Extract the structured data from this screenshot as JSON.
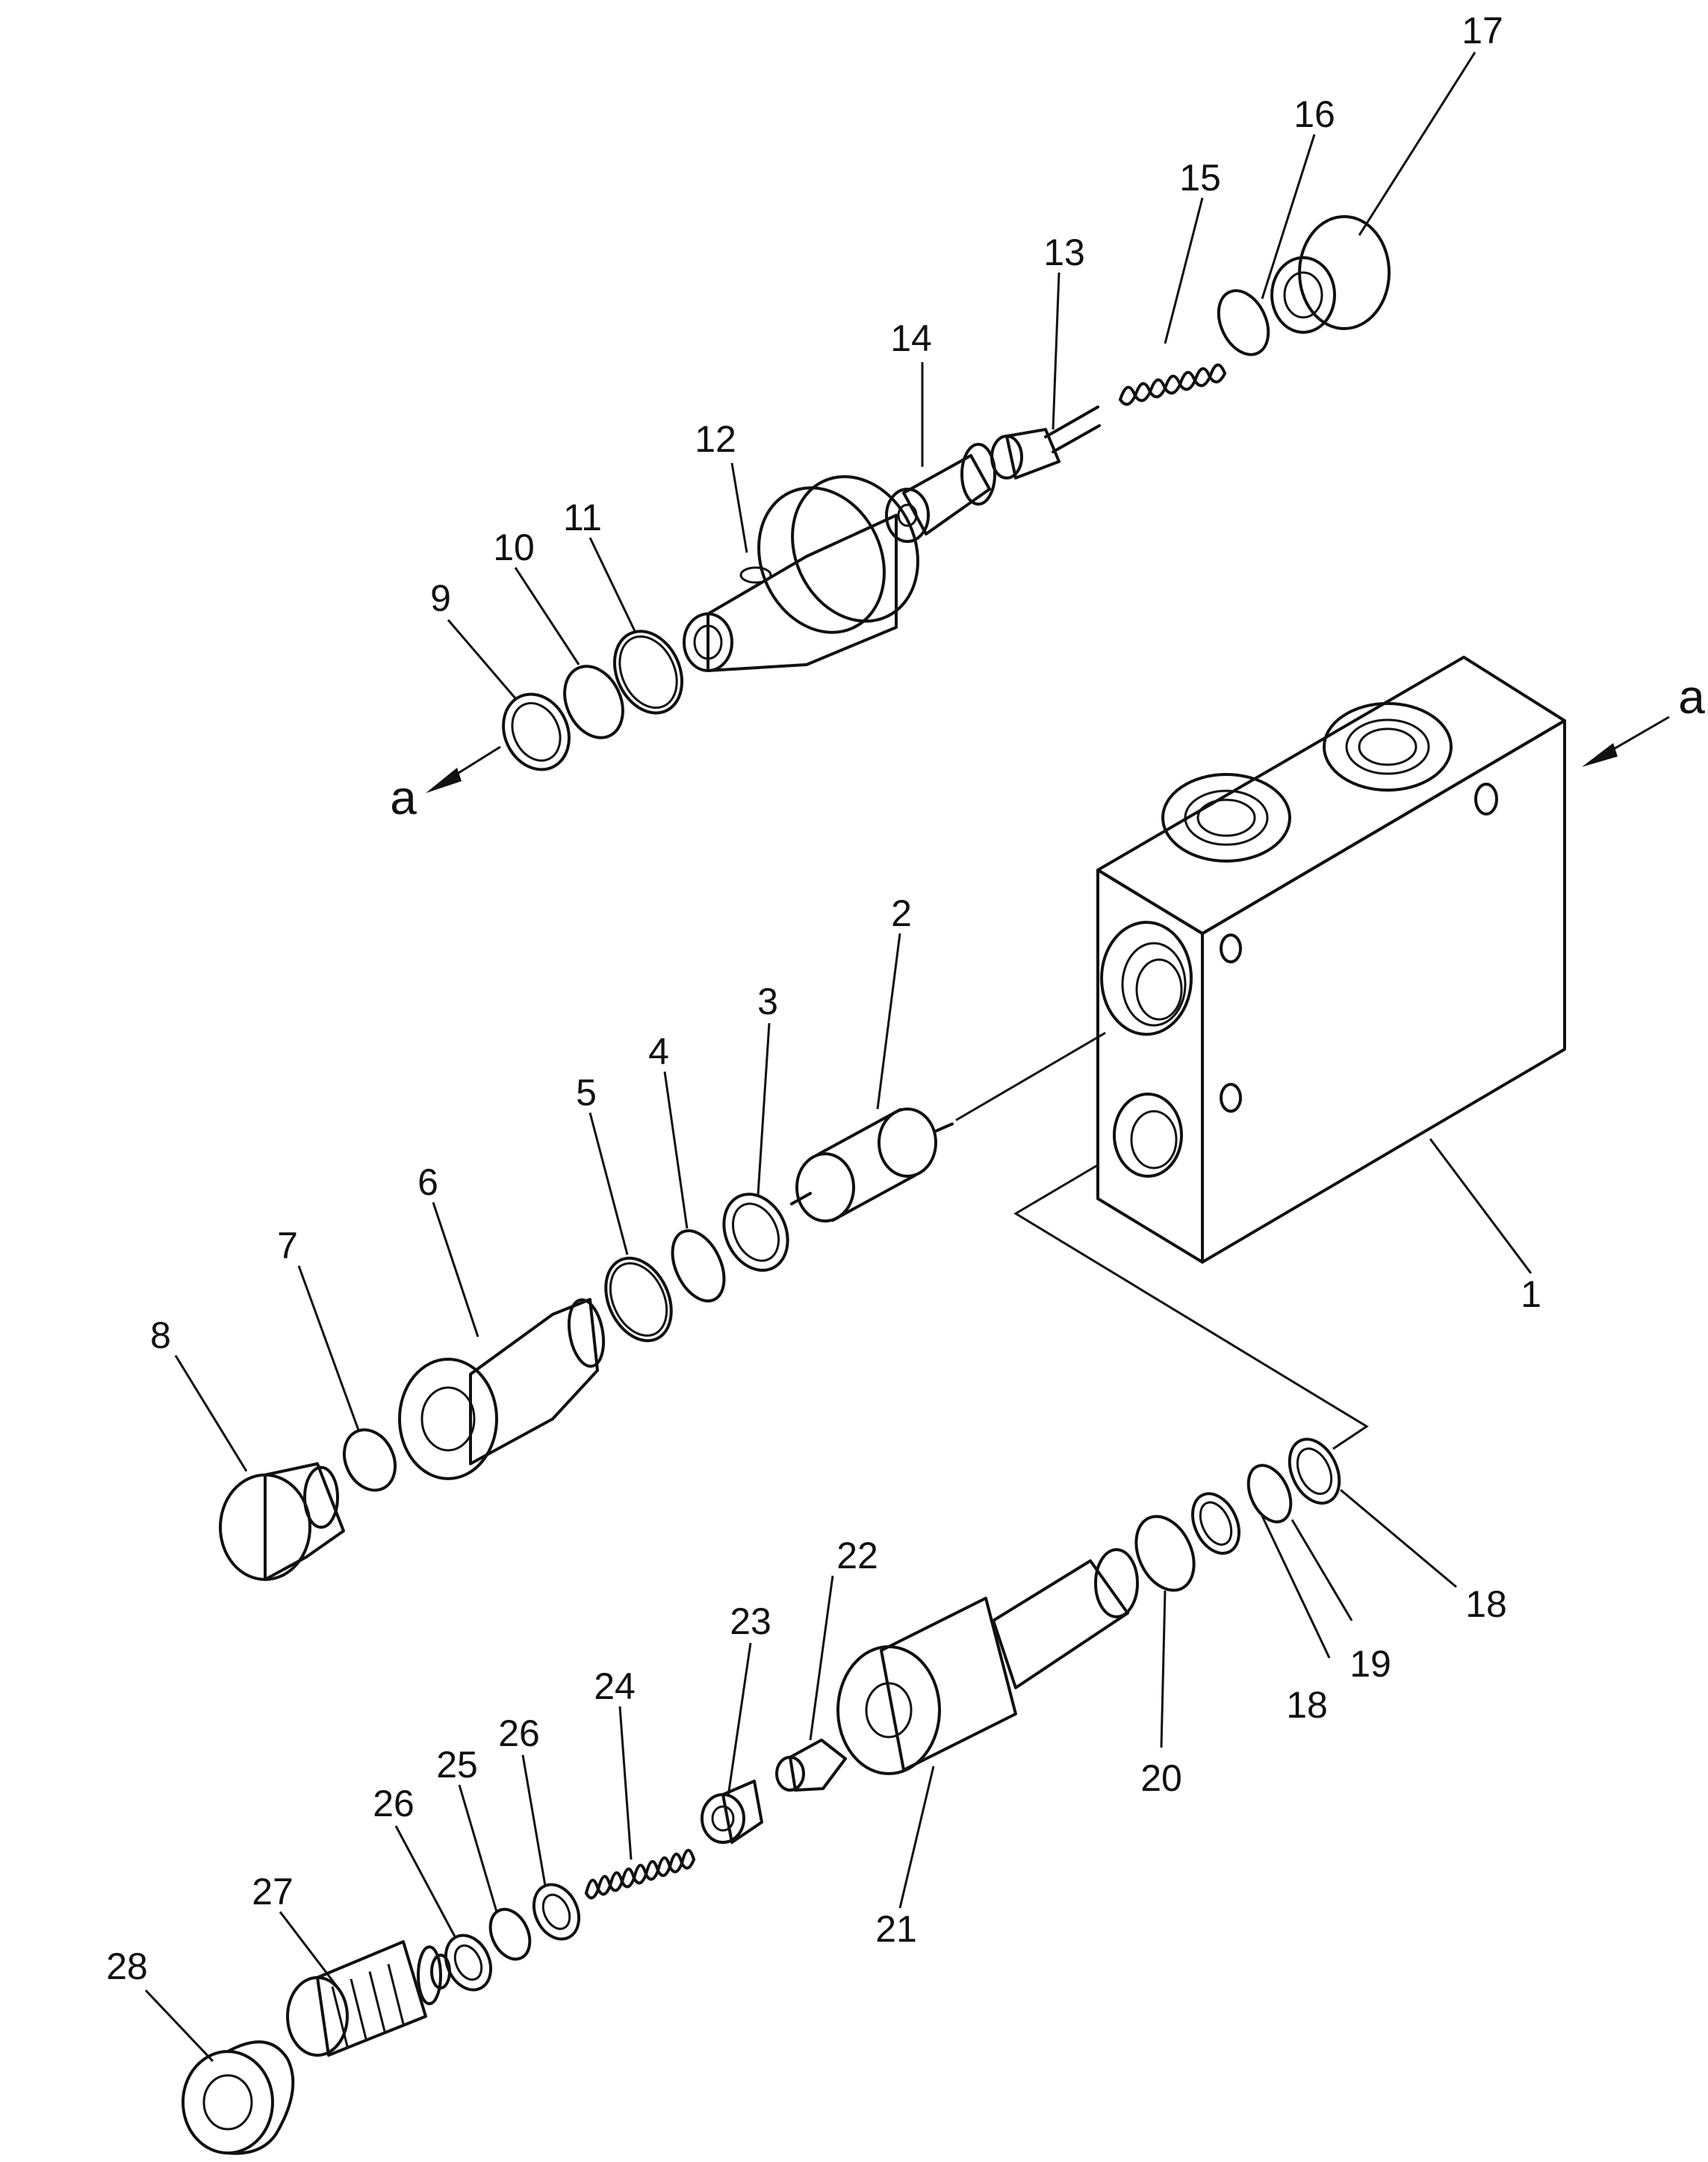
{
  "labels": {
    "p1": "1",
    "p2": "2",
    "p3": "3",
    "p4": "4",
    "p5": "5",
    "p6": "6",
    "p7": "7",
    "p8": "8",
    "p9": "9",
    "p10": "10",
    "p11": "11",
    "p12": "12",
    "p13": "13",
    "p14": "14",
    "p15": "15",
    "p16": "16",
    "p17": "17",
    "p18a": "18",
    "p18b": "18",
    "p19": "19",
    "p20": "20",
    "p21": "21",
    "p22": "22",
    "p23": "23",
    "p24": "24",
    "p25": "25",
    "p26a": "26",
    "p26b": "26",
    "p27": "27",
    "p28": "28"
  },
  "arrows": {
    "left": "a",
    "right": "a"
  }
}
